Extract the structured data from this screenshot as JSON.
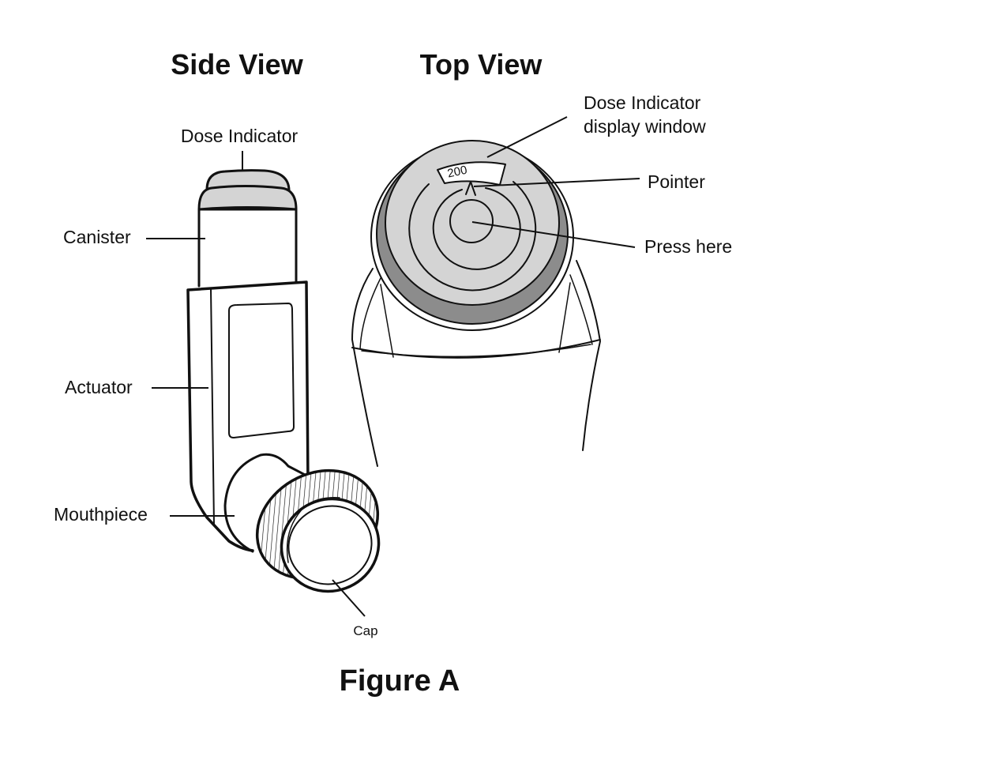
{
  "titles": {
    "side_view": "Side View",
    "top_view": "Top View",
    "figure": "Figure A"
  },
  "side_labels": {
    "dose_indicator": "Dose Indicator",
    "canister": "Canister",
    "actuator": "Actuator",
    "mouthpiece": "Mouthpiece",
    "cap": "Cap"
  },
  "top_labels": {
    "window_line1": "Dose Indicator",
    "window_line2": "display window",
    "pointer": "Pointer",
    "press_here": "Press here"
  },
  "dose_count": "200",
  "colors": {
    "light_gray": "#d4d4d4",
    "dark_gray": "#8c8c8c",
    "ink": "#111111"
  }
}
